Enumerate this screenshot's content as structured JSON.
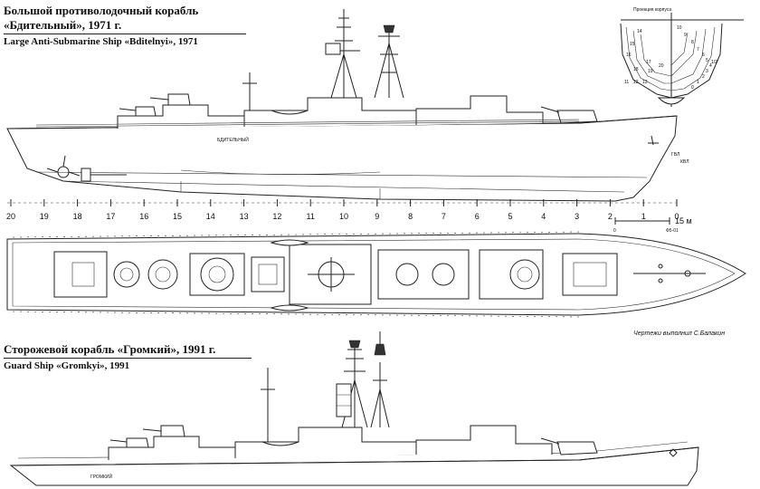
{
  "ship1": {
    "title_ru_line1": "Большой противолодочный корабль",
    "title_ru_line2": "«Бдительный», 1971 г.",
    "title_en": "Large Anti-Submarine Ship «Bditelnyi», 1971",
    "hull_name": "БДИТЕЛЬНЫЙ"
  },
  "ship2": {
    "title_ru": "Сторожевой корабль «Громкий», 1991 г.",
    "title_en": "Guard Ship «Gromkyi», 1991",
    "hull_name": "ГРОМКИЙ"
  },
  "body_plan": {
    "title": "Проекция корпуса",
    "numbers": [
      "14",
      "15",
      "16",
      "17",
      "18",
      "19",
      "20",
      "11",
      "12",
      "13",
      "10",
      "9",
      "8",
      "7",
      "6",
      "5",
      "4",
      "3",
      "2",
      "1",
      "0",
      "1/2"
    ]
  },
  "station_scale": {
    "labels": [
      "20",
      "19",
      "18",
      "17",
      "16",
      "15",
      "14",
      "13",
      "12",
      "11",
      "10",
      "9",
      "8",
      "7",
      "6",
      "5",
      "4",
      "3",
      "2",
      "1",
      "0"
    ],
    "scale_label": "15 м",
    "scale_sub": "0",
    "scale_code": "Ф5-01"
  },
  "waterline_labels": [
    "ГВЛ",
    "КВЛ"
  ],
  "credit": "Чертежи выполнил С.Балакин"
}
